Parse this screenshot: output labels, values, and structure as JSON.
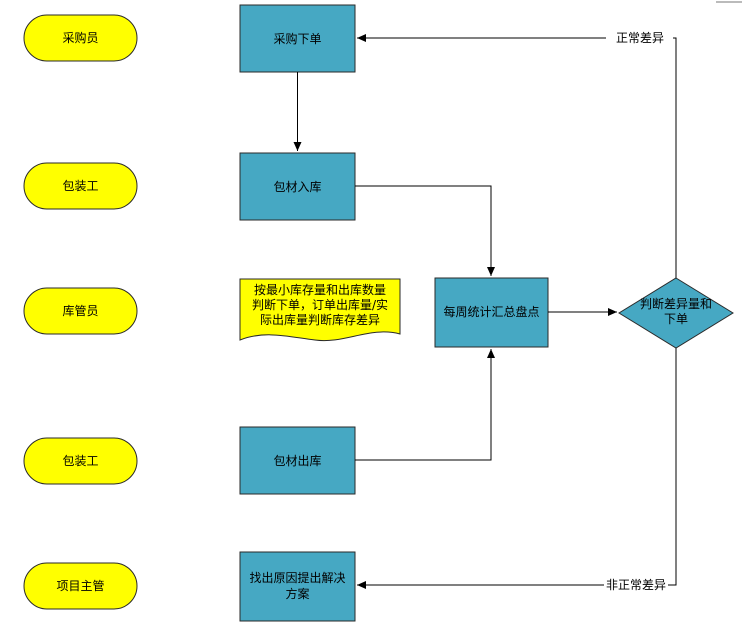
{
  "roles": [
    {
      "id": "r1",
      "label": "采购员"
    },
    {
      "id": "r2",
      "label": "包装工"
    },
    {
      "id": "r3",
      "label": "库管员"
    },
    {
      "id": "r4",
      "label": "包装工"
    },
    {
      "id": "r5",
      "label": "项目主管"
    }
  ],
  "process": {
    "purchase_order": "采购下单",
    "material_in": "包材入库",
    "material_out": "包材出库",
    "weekly_check": "每周统计汇总盘点",
    "find_cause_line1": "找出原因提出解决",
    "find_cause_line2": "方案"
  },
  "note": {
    "line1": "按最小库存量和出库数量",
    "line2": "判断下单，订单出库量/实",
    "line3": "际出库量判断库存差异"
  },
  "decision": {
    "line1": "判断差异量和",
    "line2": "下单"
  },
  "edges": {
    "normal": "正常差异",
    "abnormal": "非正常差异"
  },
  "colors": {
    "role_fill": "#ffff00",
    "process_fill": "#46a8c3",
    "note_fill": "#ffff00",
    "stroke": "#2a2a2a"
  }
}
